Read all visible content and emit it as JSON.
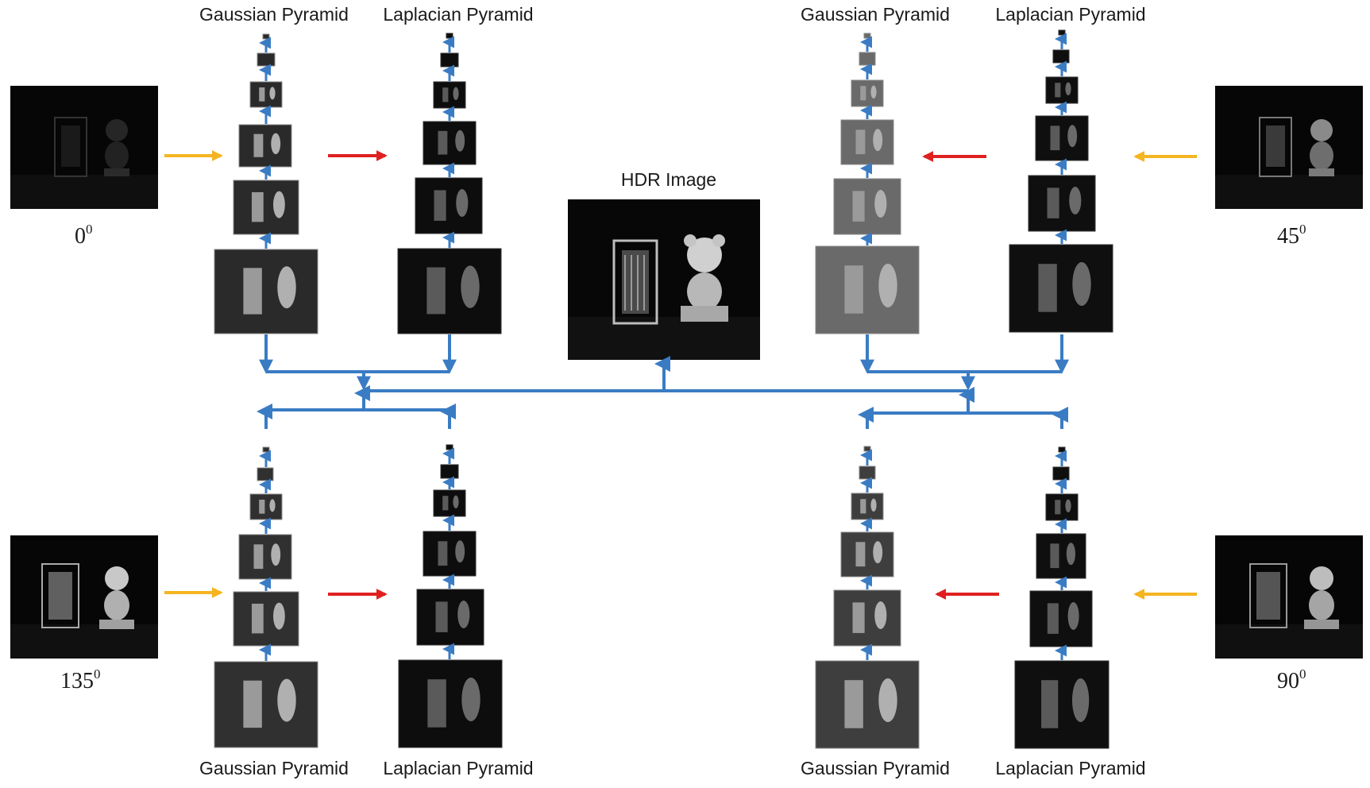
{
  "labels": {
    "gaussian": "Gaussian Pyramid",
    "laplacian": "Laplacian Pyramid",
    "hdr": "HDR Image"
  },
  "angles": [
    {
      "id": "a0",
      "base": "0",
      "sup": "0"
    },
    {
      "id": "a45",
      "base": "45",
      "sup": "0"
    },
    {
      "id": "a135",
      "base": "135",
      "sup": "0"
    },
    {
      "id": "a90",
      "base": "90",
      "sup": "0"
    }
  ],
  "colors": {
    "flow": "#3a7cc4",
    "decompose": "#f4b521",
    "laplacian_build": "#e02020",
    "image_bg": "#0a0a0a"
  }
}
